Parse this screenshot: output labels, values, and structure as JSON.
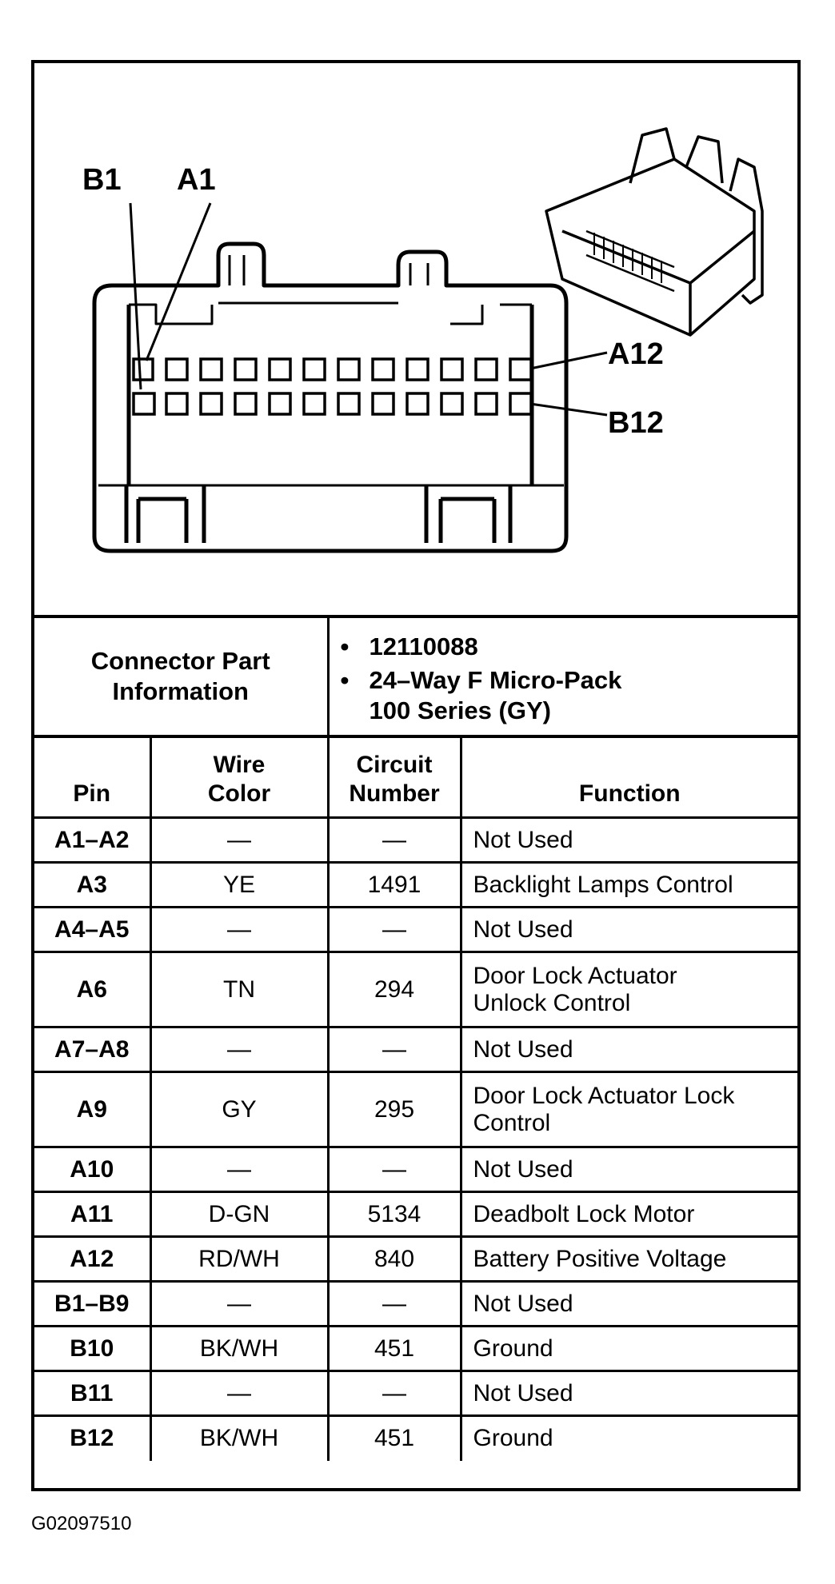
{
  "diagram": {
    "label_b1": "B1",
    "label_a1": "A1",
    "label_a12": "A12",
    "label_b12": "B12"
  },
  "connector_info": {
    "label_line1": "Connector Part",
    "label_line2": "Information",
    "bullet": "•",
    "part_number": "12110088",
    "description_line1": "24–Way F Micro-Pack",
    "description_line2": "100 Series (GY)"
  },
  "pin_table": {
    "headers": {
      "pin": "Pin",
      "wire_color_line1": "Wire",
      "wire_color_line2": "Color",
      "circuit_line1": "Circuit",
      "circuit_line2": "Number",
      "function": "Function"
    },
    "rows": [
      {
        "pin": "A1–A2",
        "wire": "—",
        "circuit": "—",
        "function_line1": "Not Used",
        "function_line2": ""
      },
      {
        "pin": "A3",
        "wire": "YE",
        "circuit": "1491",
        "function_line1": "Backlight Lamps Control",
        "function_line2": ""
      },
      {
        "pin": "A4–A5",
        "wire": "—",
        "circuit": "—",
        "function_line1": "Not Used",
        "function_line2": ""
      },
      {
        "pin": "A6",
        "wire": "TN",
        "circuit": "294",
        "function_line1": "Door Lock Actuator",
        "function_line2": "Unlock Control"
      },
      {
        "pin": "A7–A8",
        "wire": "—",
        "circuit": "—",
        "function_line1": "Not Used",
        "function_line2": ""
      },
      {
        "pin": "A9",
        "wire": "GY",
        "circuit": "295",
        "function_line1": "Door Lock Actuator Lock",
        "function_line2": "Control"
      },
      {
        "pin": "A10",
        "wire": "—",
        "circuit": "—",
        "function_line1": "Not Used",
        "function_line2": ""
      },
      {
        "pin": "A11",
        "wire": "D-GN",
        "circuit": "5134",
        "function_line1": "Deadbolt Lock Motor",
        "function_line2": ""
      },
      {
        "pin": "A12",
        "wire": "RD/WH",
        "circuit": "840",
        "function_line1": "Battery Positive Voltage",
        "function_line2": ""
      },
      {
        "pin": "B1–B9",
        "wire": "—",
        "circuit": "—",
        "function_line1": "Not Used",
        "function_line2": ""
      },
      {
        "pin": "B10",
        "wire": "BK/WH",
        "circuit": "451",
        "function_line1": "Ground",
        "function_line2": ""
      },
      {
        "pin": "B11",
        "wire": "—",
        "circuit": "—",
        "function_line1": "Not Used",
        "function_line2": ""
      },
      {
        "pin": "B12",
        "wire": "BK/WH",
        "circuit": "451",
        "function_line1": "Ground",
        "function_line2": ""
      }
    ]
  },
  "figure_code": "G02097510"
}
